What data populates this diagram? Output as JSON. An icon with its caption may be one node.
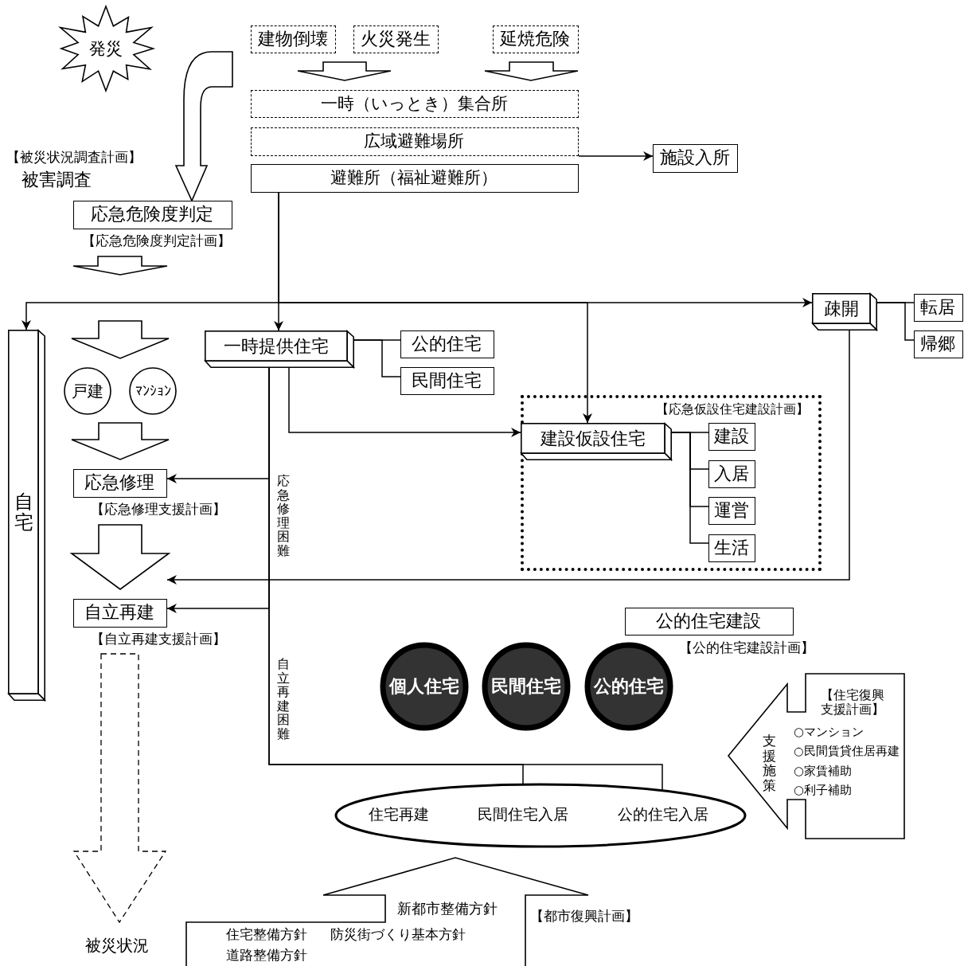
{
  "diagram": {
    "nodes": [
      {
        "text": [
          "発災"
        ]
      },
      {
        "text": [
          "建物倒壊"
        ]
      },
      {
        "text": [
          "火災発生"
        ]
      },
      {
        "text": [
          "延焼危険"
        ]
      },
      {
        "text": [
          "一時（いっとき）集合所"
        ]
      },
      {
        "text": [
          "広域避難場所"
        ]
      },
      {
        "text": [
          "避難所（福祉避難所）"
        ]
      },
      {
        "text": [
          "施設入所"
        ]
      },
      {
        "text": [
          "被害調査"
        ],
        "beside": [
          "【被災状況調査計画】"
        ]
      },
      {
        "text": [
          "応急危険度判定"
        ],
        "beside": [
          "【応急危険度判定計画】"
        ]
      },
      {
        "text": [
          "自宅"
        ]
      },
      {
        "text": [
          "一時提供住宅"
        ]
      },
      {
        "text": [
          "公的住宅"
        ]
      },
      {
        "text": [
          "民間住宅"
        ]
      },
      {
        "text": [
          "疎開"
        ]
      },
      {
        "text": [
          "転居"
        ]
      },
      {
        "text": [
          "帰郷"
        ]
      },
      {
        "text": [
          "戸建"
        ]
      },
      {
        "text": [
          "ﾏﾝｼｮﾝ"
        ]
      },
      {
        "text": [
          "【応急仮設住宅建設計画】"
        ]
      },
      {
        "text": [
          "建設仮設住宅"
        ],
        "in": 19
      },
      {
        "text": [
          "建設"
        ],
        "in": 19
      },
      {
        "text": [
          "入居"
        ],
        "in": 19
      },
      {
        "text": [
          "運営"
        ],
        "in": 19
      },
      {
        "text": [
          "生活"
        ],
        "in": 19
      },
      {
        "text": [
          "応急修理"
        ],
        "beside": [
          "【応急修理支援計画】"
        ]
      },
      {
        "text": [
          "自立再建"
        ],
        "beside": [
          "【自立再建支援計画】"
        ]
      },
      {
        "text": [
          "公的住宅建設"
        ],
        "beside": [
          "【公的住宅建設計画】"
        ]
      },
      {
        "text": [
          "個人住宅"
        ]
      },
      {
        "text": [
          "民間住宅"
        ]
      },
      {
        "text": [
          "公的住宅"
        ]
      },
      {
        "text": [],
        "shape": "ellipse"
      },
      {
        "text": [
          "住宅再建"
        ],
        "in": 31
      },
      {
        "text": [
          "民間住宅入居"
        ],
        "in": 31
      },
      {
        "text": [
          "公的住宅入居"
        ],
        "in": 31
      },
      {
        "text": [
          "支援施策",
          "【住宅復興支援計画】",
          "○マンション",
          "○民間賃貸住居再建",
          "○家賃補助",
          "○利子補助"
        ]
      },
      {
        "text": [
          "新都市整備方針",
          "住宅整備方針",
          "防災街づくり基本方針",
          "道路整備方針"
        ],
        "beside": [
          "【都市復興計画】"
        ]
      },
      {
        "text": [
          "被災状況"
        ]
      }
    ],
    "edges": [
      {
        "from": 1,
        "to": 4,
        "arrow": "to",
        "style": "thick"
      },
      {
        "from": 2,
        "to": 4,
        "arrow": "to",
        "style": "thick"
      },
      {
        "from": 3,
        "to": 4,
        "arrow": "to",
        "style": "thick"
      },
      {
        "from": null,
        "to": 9,
        "arrow": "to",
        "style": "thick"
      },
      {
        "from": 5,
        "to": 7,
        "arrow": "to"
      },
      {
        "from": 6,
        "to": 10,
        "arrow": "to"
      },
      {
        "from": 6,
        "to": 11,
        "arrow": "to"
      },
      {
        "from": 6,
        "to": 20,
        "arrow": "to"
      },
      {
        "from": 6,
        "to": 14,
        "arrow": "to"
      },
      {
        "from": 11,
        "to": 12,
        "arrow": "none"
      },
      {
        "from": 11,
        "to": 13,
        "arrow": "none"
      },
      {
        "from": 14,
        "to": 15,
        "arrow": "none"
      },
      {
        "from": 14,
        "to": 16,
        "arrow": "none"
      },
      {
        "from": 11,
        "to": 20,
        "arrow": "to"
      },
      {
        "from": 20,
        "to": 21,
        "arrow": "none"
      },
      {
        "from": 20,
        "to": 22,
        "arrow": "none"
      },
      {
        "from": 20,
        "to": 23,
        "arrow": "none"
      },
      {
        "from": 20,
        "to": 24,
        "arrow": "none"
      },
      {
        "from": 9,
        "to": null,
        "arrow": "to",
        "style": "thick"
      },
      {
        "from": null,
        "to": 17,
        "arrow": "to",
        "style": "thick"
      },
      {
        "from": null,
        "to": 18,
        "arrow": "to",
        "style": "thick"
      },
      {
        "from": 17,
        "to": 25,
        "arrow": "to",
        "style": "thick"
      },
      {
        "from": 18,
        "to": 25,
        "arrow": "to",
        "style": "thick"
      },
      {
        "from": 25,
        "to": 26,
        "arrow": "to",
        "style": "thick"
      },
      {
        "from": 26,
        "to": 37,
        "arrow": "to",
        "style": "dashed"
      },
      {
        "from": 11,
        "to": 25,
        "arrow": "to"
      },
      {
        "from": 11,
        "to": 26,
        "arrow": "to",
        "label": "応急修理困難"
      },
      {
        "from": 11,
        "to": 33,
        "arrow": "to",
        "label": "自立再建困難"
      },
      {
        "from": 11,
        "to": 34,
        "arrow": "to"
      },
      {
        "from": 14,
        "to": 26,
        "arrow": "to"
      }
    ]
  }
}
